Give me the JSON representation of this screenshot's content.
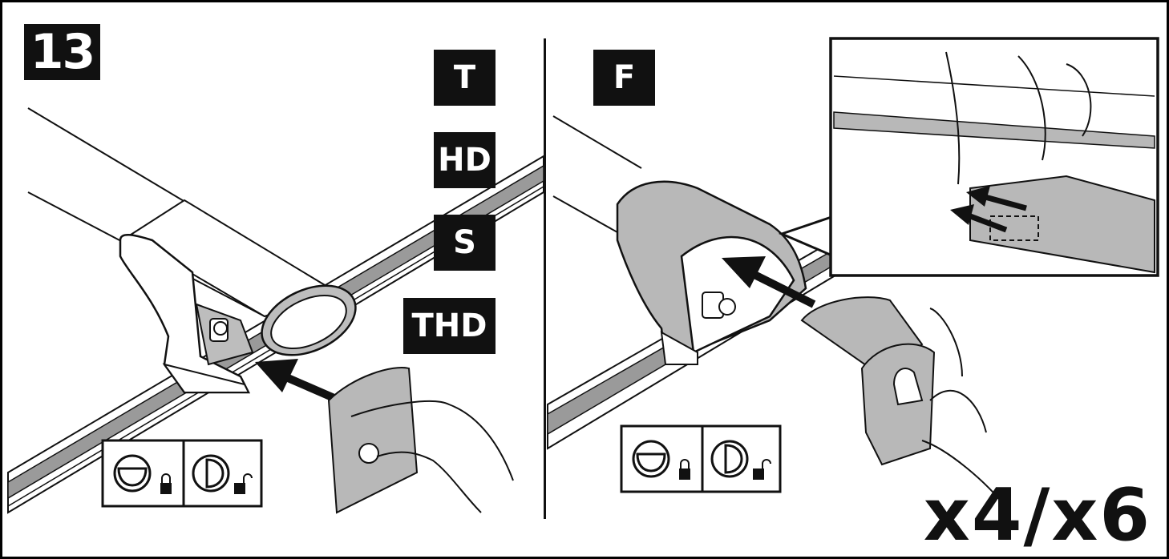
{
  "step_number": "13",
  "left_panel": {
    "variants": [
      "T",
      "HD",
      "S",
      "THD"
    ]
  },
  "right_panel": {
    "variant": "F"
  },
  "quantity": "x4/x6",
  "icons": {
    "left_lock_panel": [
      "horizontal-slot-locked-icon",
      "vertical-slot-unlocked-icon"
    ],
    "right_lock_panel": [
      "horizontal-slot-locked-icon",
      "vertical-slot-unlocked-icon"
    ],
    "arrows": [
      "insert-arrow-left",
      "insert-arrow-right",
      "detail-arrow"
    ],
    "illustrations": [
      "roof-rail",
      "crossbar",
      "foot",
      "end-cap",
      "key",
      "hand"
    ]
  },
  "colors": {
    "ink": "#111111",
    "cap_gray": "#b8b8b8",
    "rail_gray": "#9a9a9a"
  }
}
